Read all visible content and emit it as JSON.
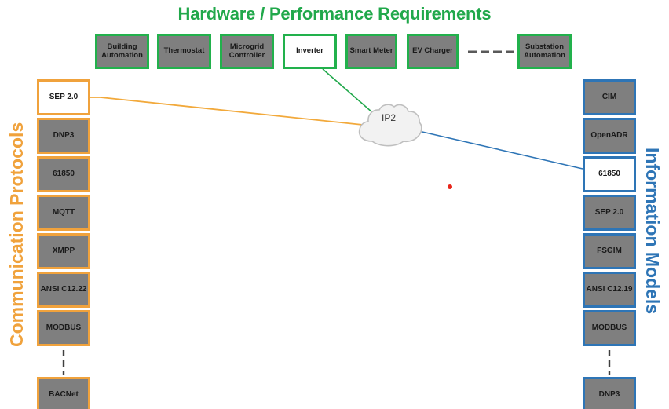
{
  "title": "Hardware / Performance Requirements",
  "colors": {
    "title_green": "#21a84b",
    "hardware_border": "#22b14c",
    "protocol_border": "#f0a23c",
    "model_border": "#2e75b6",
    "box_fill": "#7f7f7f",
    "highlight_fill": "#ffffff",
    "link_orange": "#f2a93b",
    "link_blue": "#2e75b6",
    "link_green": "#21a84b",
    "dot_red": "#e8261b",
    "dash_gray": "#595959"
  },
  "hardware": {
    "caption": "Hardware / Performance Requirements",
    "items": [
      {
        "label": "Building Automation",
        "state": "filled"
      },
      {
        "label": "Thermostat",
        "state": "filled"
      },
      {
        "label": "Microgrid Controller",
        "state": "filled"
      },
      {
        "label": "Inverter",
        "state": "hollow"
      },
      {
        "label": "Smart Meter",
        "state": "filled"
      },
      {
        "label": "EV Charger",
        "state": "filled"
      },
      {
        "label": "Substation Automation",
        "state": "filled"
      }
    ],
    "ellipsis_after_index": 5
  },
  "protocols": {
    "caption": "Communication Protocols",
    "items": [
      {
        "label": "SEP 2.0",
        "state": "hollow"
      },
      {
        "label": "DNP3",
        "state": "filled"
      },
      {
        "label": "61850",
        "state": "filled"
      },
      {
        "label": "MQTT",
        "state": "filled"
      },
      {
        "label": "XMPP",
        "state": "filled"
      },
      {
        "label": "ANSI C12.22",
        "state": "filled"
      },
      {
        "label": "MODBUS",
        "state": "filled"
      },
      {
        "label": "BACNet",
        "state": "filled"
      }
    ],
    "ellipsis_after_index": 6
  },
  "models": {
    "caption": "Information Models",
    "items": [
      {
        "label": "CIM",
        "state": "filled"
      },
      {
        "label": "OpenADR",
        "state": "filled"
      },
      {
        "label": "61850",
        "state": "hollow"
      },
      {
        "label": "SEP 2.0",
        "state": "filled"
      },
      {
        "label": "FSGIM",
        "state": "filled"
      },
      {
        "label": "ANSI C12.19",
        "state": "filled"
      },
      {
        "label": "MODBUS",
        "state": "filled"
      },
      {
        "label": "DNP3",
        "state": "filled"
      }
    ],
    "ellipsis_after_index": 6
  },
  "network": {
    "cloud_label": "IP2"
  },
  "links": [
    {
      "name": "inverter-to-cloud",
      "color": "#21a84b"
    },
    {
      "name": "sep20-to-cloud",
      "color": "#f2a93b"
    },
    {
      "name": "cloud-to-61850",
      "color": "#2e75b6"
    }
  ]
}
